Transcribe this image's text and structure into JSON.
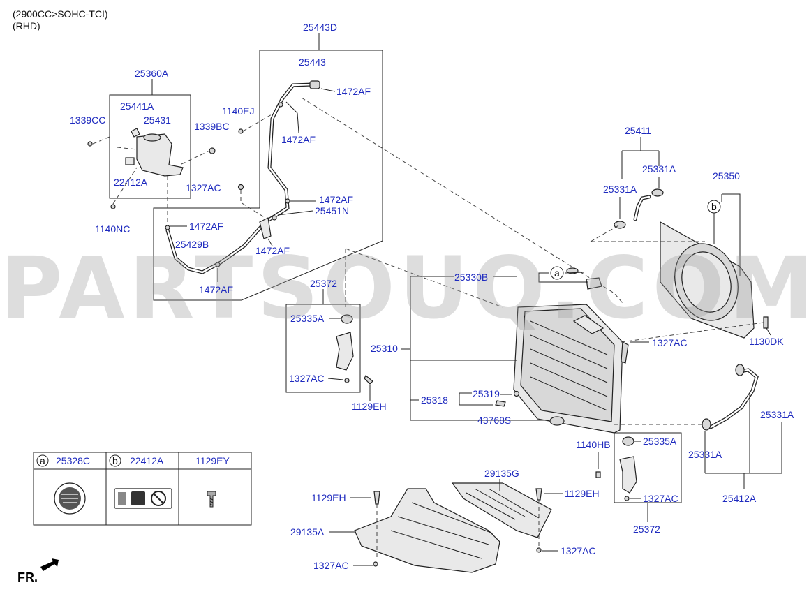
{
  "header": {
    "line1": "(2900CC>SOHC-TCI)",
    "line2": "(RHD)"
  },
  "watermark": "PARTSOUQ.COM",
  "orientation_label": "FR.",
  "callouts": {
    "c25443D": "25443D",
    "c25443": "25443",
    "c1472AF_a": "1472AF",
    "c1140EJ": "1140EJ",
    "c1472AF_b": "1472AF",
    "c25360A": "25360A",
    "c25441A": "25441A",
    "c25431": "25431",
    "c1339CC": "1339CC",
    "c1339BC": "1339BC",
    "c22412A": "22412A",
    "c1327AC_a": "1327AC",
    "c1472AF_c": "1472AF",
    "c25451N": "25451N",
    "c1472AF_d": "1472AF",
    "c1140NC": "1140NC",
    "c25429B": "25429B",
    "c1472AF_e": "1472AF",
    "c1472AF_f": "1472AF",
    "c25372_a": "25372",
    "c25335A_a": "25335A",
    "c1327AC_b": "1327AC",
    "c1129EH_a": "1129EH",
    "c25310": "25310",
    "c25330B": "25330B",
    "c_a": "a",
    "c25318": "25318",
    "c25319": "25319",
    "c43768S": "43768S",
    "c1327AC_c": "1327AC",
    "c25411": "25411",
    "c25331A_a": "25331A",
    "c25331A_b": "25331A",
    "c25350": "25350",
    "c_b": "b",
    "c1130DK": "1130DK",
    "c1140HB": "1140HB",
    "c25335A_b": "25335A",
    "c1327AC_d": "1327AC",
    "c25372_b": "25372",
    "c25331A_c": "25331A",
    "c25331A_d": "25331A",
    "c25412A": "25412A",
    "c29135G": "29135G",
    "c1129EH_b": "1129EH",
    "c1129EH_c": "1129EH",
    "c29135A": "29135A",
    "c1327AC_e": "1327AC",
    "c1327AC_f": "1327AC"
  },
  "legend": {
    "col1_key": "a",
    "col1_part": "25328C",
    "col2_key": "b",
    "col2_part": "22412A",
    "col3_part": "1129EY"
  },
  "colors": {
    "callout": "#1f2bbf",
    "line": "#222222",
    "watermark": "#9a9a9a"
  }
}
